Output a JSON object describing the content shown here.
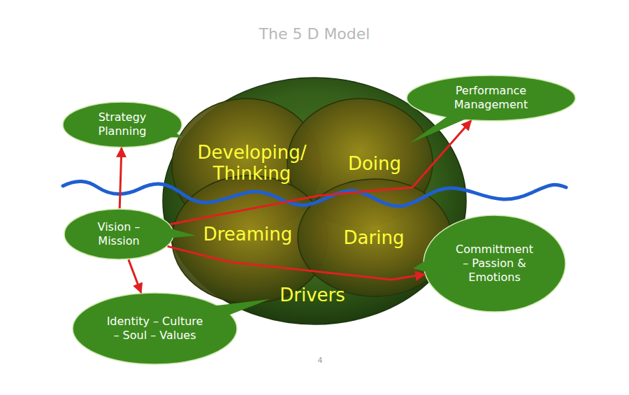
{
  "diagram": {
    "title": "The 5 D Model",
    "nodes": [
      {
        "text": [
          "Strategy Planning"
        ]
      },
      {
        "text": [
          "Performance Management"
        ]
      },
      {
        "text": [
          "Drivers"
        ]
      },
      {
        "text": [
          "Developing/ Thinking"
        ],
        "in": 2
      },
      {
        "text": [
          "Doing"
        ],
        "in": 2
      },
      {
        "text": [
          "Vision – Mission"
        ]
      },
      {
        "text": [
          "Dreaming"
        ],
        "in": 2
      },
      {
        "text": [
          "Daring"
        ],
        "in": 2
      },
      {
        "text": [
          "Committment – Passion & Emotions"
        ]
      },
      {
        "text": [
          "Identity – Culture – Soul – Values"
        ]
      }
    ],
    "edges": [
      {
        "from": 5,
        "to": 0,
        "arrow": "to"
      },
      {
        "from": 5,
        "to": 1,
        "arrow": "to"
      },
      {
        "from": 5,
        "to": 9,
        "arrow": "to"
      },
      {
        "from": 5,
        "to": 8,
        "arrow": "to"
      }
    ],
    "labels": [
      "4"
    ]
  }
}
